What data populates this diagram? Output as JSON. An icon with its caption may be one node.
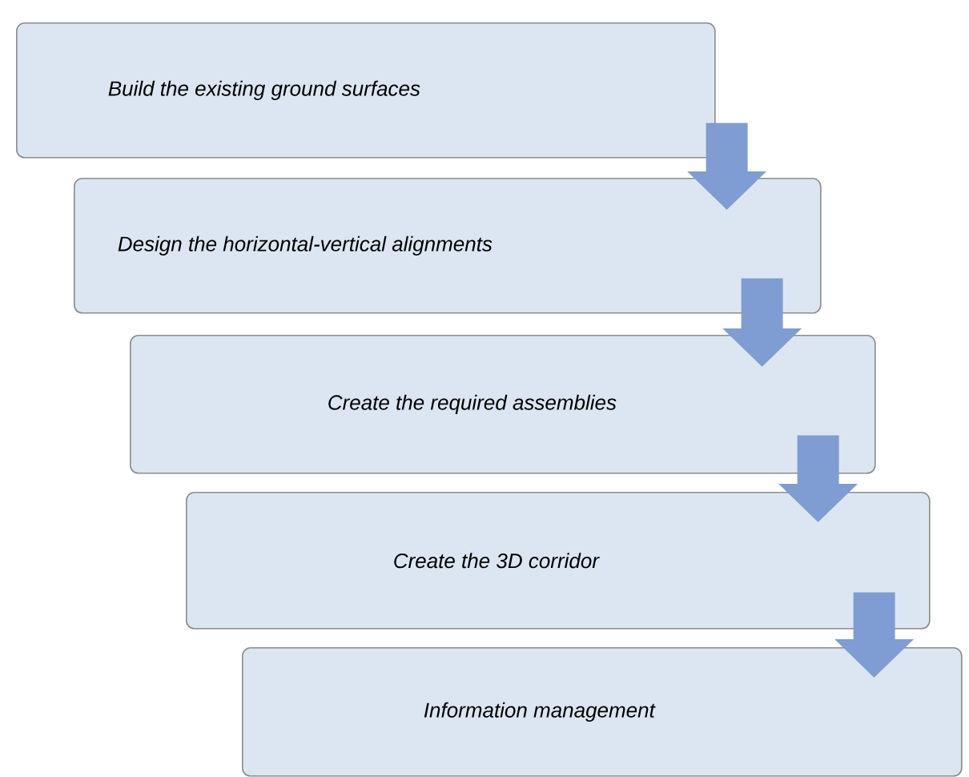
{
  "diagram": {
    "nodes": [
      {
        "text": [
          "Build the existing ground surfaces"
        ]
      },
      {
        "text": [
          "Design the horizontal-vertical alignments"
        ]
      },
      {
        "text": [
          "Create the required assemblies"
        ]
      },
      {
        "text": [
          "Create the 3D corridor"
        ]
      },
      {
        "text": [
          "Information management"
        ]
      }
    ],
    "edges": [
      {
        "from": 0,
        "to": 1,
        "arrow": "to"
      },
      {
        "from": 1,
        "to": 2,
        "arrow": "to"
      },
      {
        "from": 2,
        "to": 3,
        "arrow": "to"
      },
      {
        "from": 3,
        "to": 4,
        "arrow": "to"
      }
    ]
  }
}
